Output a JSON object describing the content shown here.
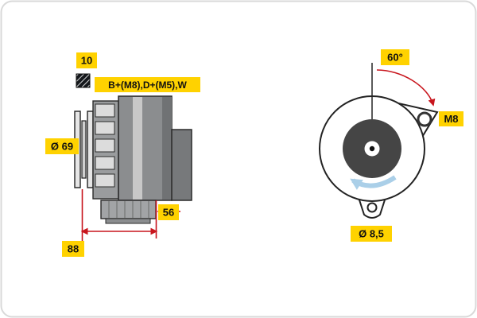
{
  "side_view": {
    "belt_width_label": "10",
    "terminals_label": "B+(M8),D+(M5),W",
    "pulley_diameter_label": "Ø 69",
    "foot_dimension_label": "56",
    "length_dimension_label": "88"
  },
  "front_view": {
    "angle_label": "60°",
    "bolt_label": "M8",
    "hole_diameter_label": "Ø 8,5"
  },
  "colors": {
    "label_background": "#ffd200",
    "label_text": "#111111",
    "dimension_red": "#c8151d",
    "rotation_arrow_blue": "#aacfe8",
    "body_gray": "#8b8d8f",
    "outline": "#222222"
  }
}
